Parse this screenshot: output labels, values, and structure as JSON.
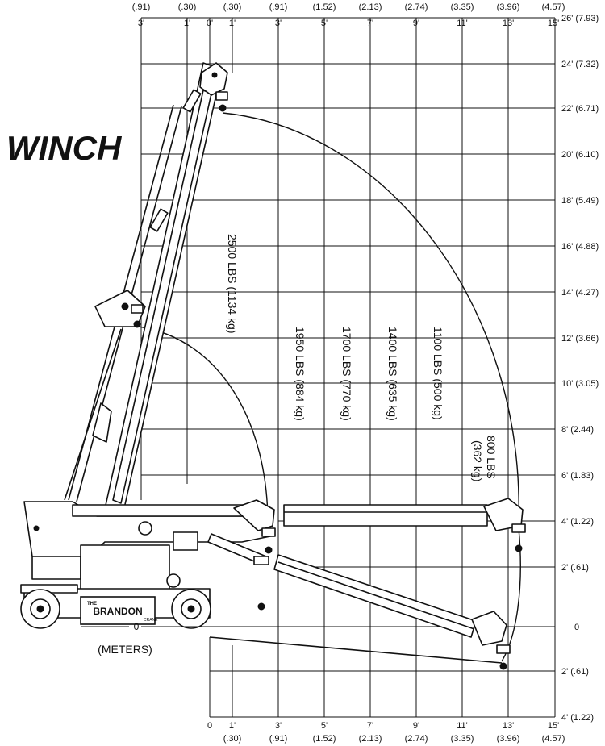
{
  "title": "WINCH",
  "units_label": "(METERS)",
  "zero_label": "0",
  "brand": "BRANDON",
  "brand_top": "THE",
  "brand_bottom": "CRANE",
  "top_axis": [
    {
      "metric": "(.91)",
      "feet": "3'"
    },
    {
      "metric": "(.30)",
      "feet": "1'"
    },
    {
      "metric": "",
      "feet": "0'"
    },
    {
      "metric": "(.30)",
      "feet": "1'"
    },
    {
      "metric": "(.91)",
      "feet": "3'"
    },
    {
      "metric": "(1.52)",
      "feet": "5'"
    },
    {
      "metric": "(2.13)",
      "feet": "7'"
    },
    {
      "metric": "(2.74)",
      "feet": "9'"
    },
    {
      "metric": "(3.35)",
      "feet": "11'"
    },
    {
      "metric": "(3.96)",
      "feet": "13'"
    },
    {
      "metric": "(4.57)",
      "feet": "15'"
    }
  ],
  "bottom_axis": [
    {
      "feet": "0",
      "metric": ""
    },
    {
      "feet": "1'",
      "metric": "(.30)"
    },
    {
      "feet": "3'",
      "metric": "(.91)"
    },
    {
      "feet": "5'",
      "metric": "(1.52)"
    },
    {
      "feet": "7'",
      "metric": "(2.13)"
    },
    {
      "feet": "9'",
      "metric": "(2.74)"
    },
    {
      "feet": "11'",
      "metric": "(3.35)"
    },
    {
      "feet": "13'",
      "metric": "(3.96)"
    },
    {
      "feet": "15'",
      "metric": "(4.57)"
    }
  ],
  "right_axis": [
    "26' (7.93)",
    "24' (7.32)",
    "22' (6.71)",
    "20' (6.10)",
    "18' (5.49)",
    "16' (4.88)",
    "14' (4.27)",
    "12' (3.66)",
    "10' (3.05)",
    "8' (2.44)",
    "6' (1.83)",
    "4' (1.22)",
    "2' (.61)",
    "0",
    "2' (.61)",
    "4' (1.22)"
  ],
  "capacities": [
    {
      "line1": "2500 LBS (1134 kg)",
      "line2": ""
    },
    {
      "line1": "1950 LBS (884 kg)",
      "line2": ""
    },
    {
      "line1": "1700 LBS (770 kg)",
      "line2": ""
    },
    {
      "line1": "1400 LBS (635 kg)",
      "line2": ""
    },
    {
      "line1": "1100 LBS (500 kg)",
      "line2": ""
    },
    {
      "line1": "800 LBS",
      "line2": "(362 kg)"
    }
  ]
}
